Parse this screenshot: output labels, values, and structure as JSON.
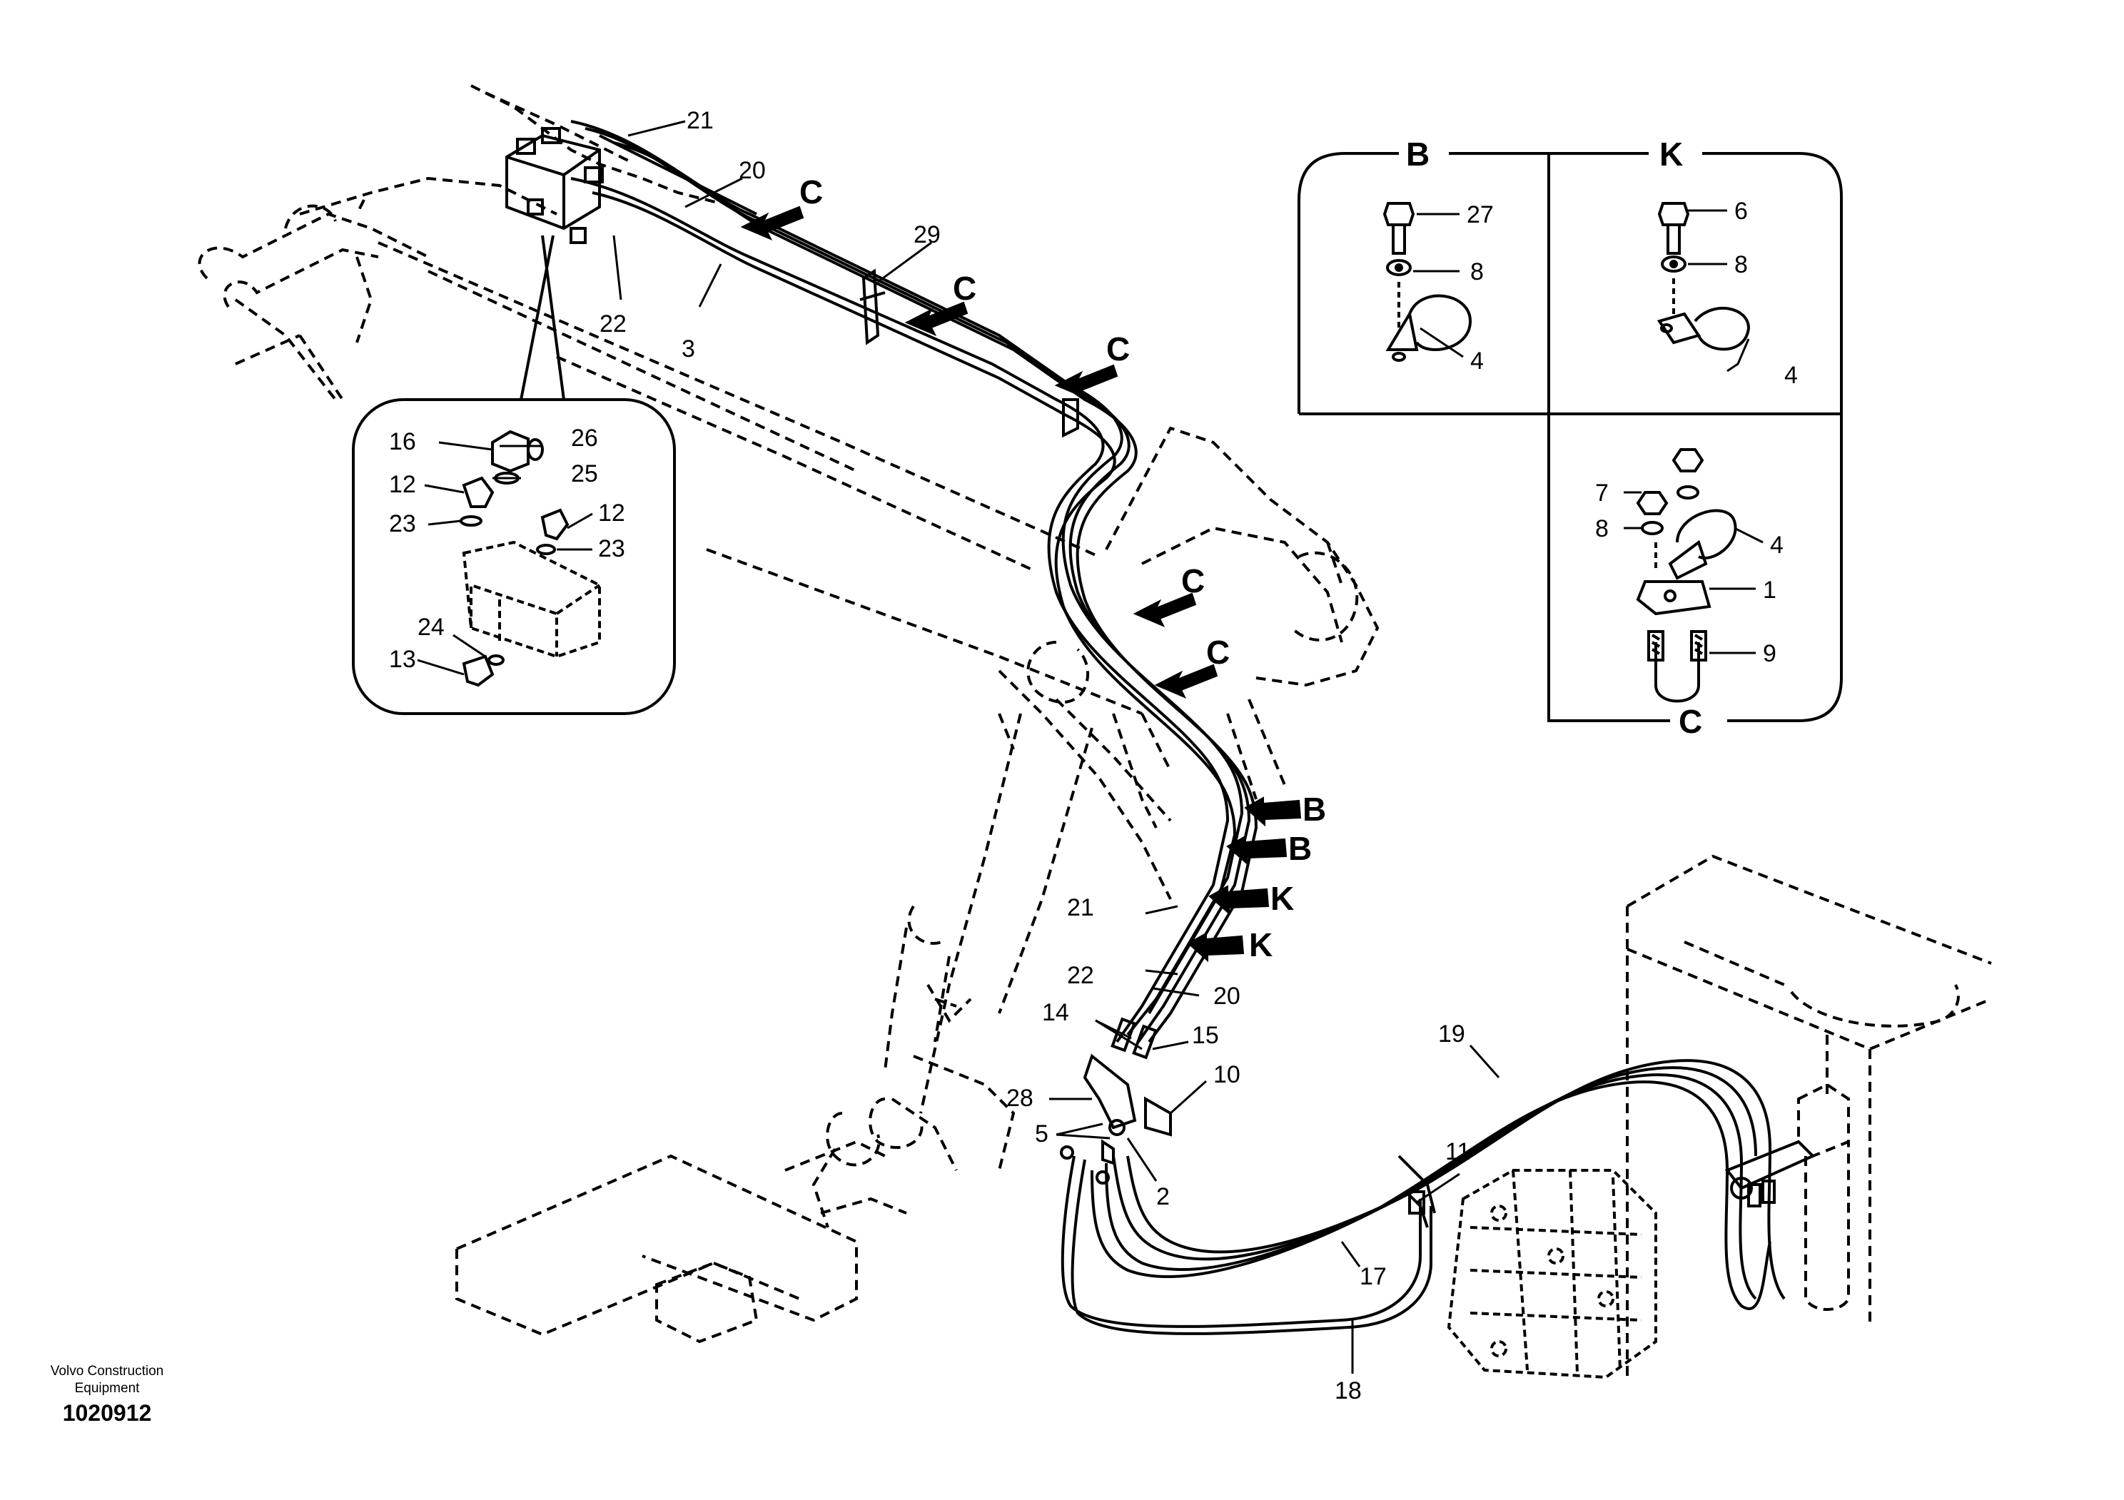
{
  "drawing_number": "1020912",
  "company": "Volvo Construction Equipment",
  "company_line1": "Volvo Construction",
  "company_line2": "Equipment",
  "detail_labels": {
    "B": "B",
    "K": "K",
    "C": "C"
  },
  "arrow_labels": {
    "C": "C",
    "B": "B",
    "K": "K"
  },
  "callouts": {
    "n1": "1",
    "n2": "2",
    "n3": "3",
    "n4": "4",
    "n5": "5",
    "n6": "6",
    "n7": "7",
    "n8": "8",
    "n9": "9",
    "n10": "10",
    "n11": "11",
    "n12": "12",
    "n13": "13",
    "n14": "14",
    "n15": "15",
    "n16": "16",
    "n17": "17",
    "n18": "18",
    "n19": "19",
    "n20": "20",
    "n21": "21",
    "n22": "22",
    "n23": "23",
    "n24": "24",
    "n25": "25",
    "n26": "26",
    "n27": "27",
    "n28": "28",
    "n29": "29"
  }
}
